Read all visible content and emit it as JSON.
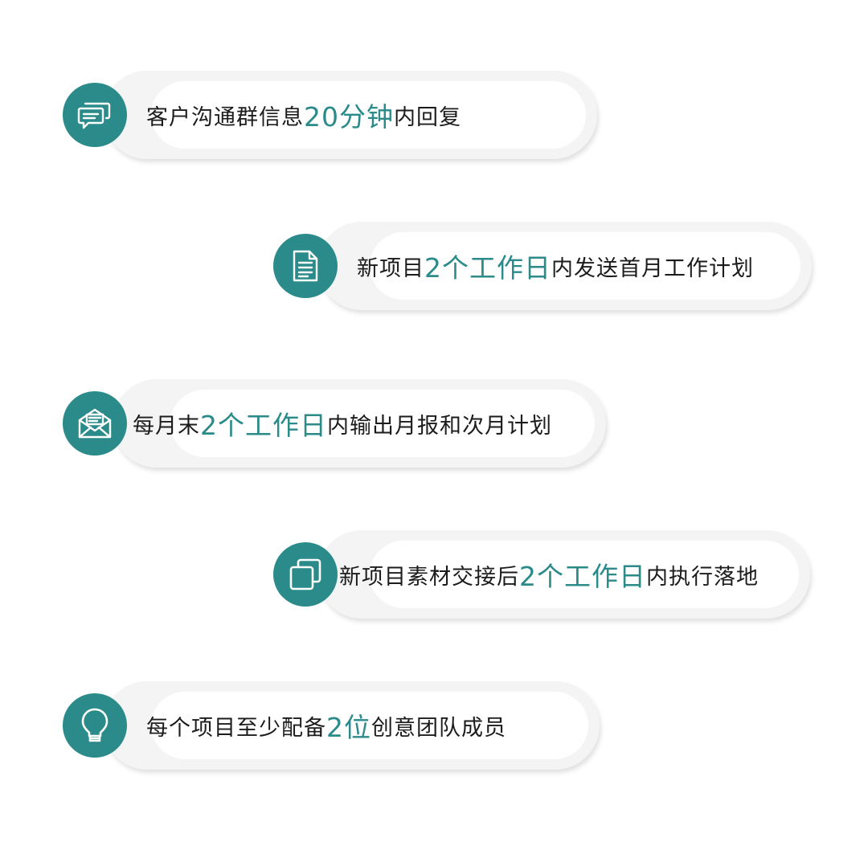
{
  "accent_color": "#2a8b8a",
  "items": [
    {
      "icon": "chat-bubbles-icon",
      "text_before": "客户沟通群信息",
      "highlight": "20分钟",
      "text_after": "内回复"
    },
    {
      "icon": "document-icon",
      "text_before": "新项目",
      "highlight": "2个工作日",
      "text_after": "内发送首月工作计划"
    },
    {
      "icon": "envelope-icon",
      "text_before": "每月末",
      "highlight": "2个工作日",
      "text_after": "内输出月报和次月计划"
    },
    {
      "icon": "copy-icon",
      "text_before": "新项目素材交接后",
      "highlight": "2个工作日",
      "text_after": "内执行落地"
    },
    {
      "icon": "lightbulb-icon",
      "text_before": "每个项目至少配备",
      "highlight": "2位",
      "text_after": "创意团队成员"
    }
  ]
}
